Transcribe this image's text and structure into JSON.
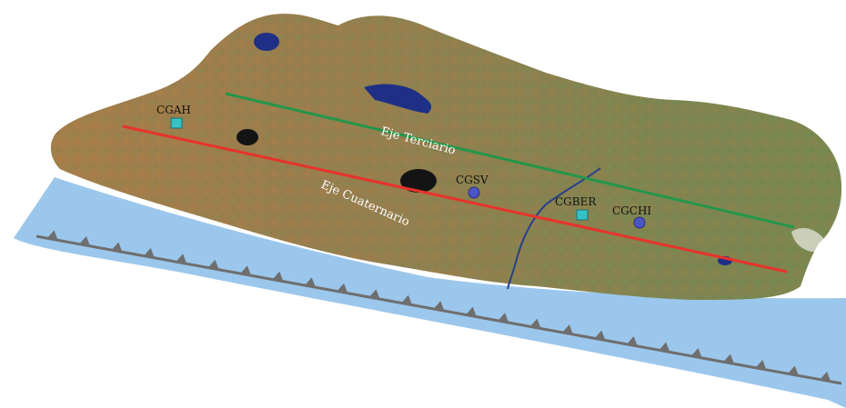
{
  "map": {
    "colors": {
      "ocean": "#9cc7ec",
      "land_green": "#6f8f52",
      "land_brown": "#b7814a",
      "lake": "#1f2f86",
      "volcanic_axis": "#e8322b",
      "tertiary_axis": "#23964a",
      "trench": "#6e6e6e",
      "station_square": "#35c2c5",
      "station_circle": "#4a55c8"
    },
    "axes": [
      {
        "id": "terciario",
        "label": "Eje Terciario"
      },
      {
        "id": "cuaternario",
        "label": "Eje Cuaternario"
      }
    ],
    "stations": [
      {
        "id": "cgah",
        "label": "CGAH",
        "icon": "square-marker"
      },
      {
        "id": "cgsv",
        "label": "CGSV",
        "icon": "circle-marker"
      },
      {
        "id": "cgber",
        "label": "CGBER",
        "icon": "square-marker"
      },
      {
        "id": "cgchi",
        "label": "CGCHI",
        "icon": "circle-marker"
      }
    ],
    "trench_icon": "subduction-trench-line"
  }
}
